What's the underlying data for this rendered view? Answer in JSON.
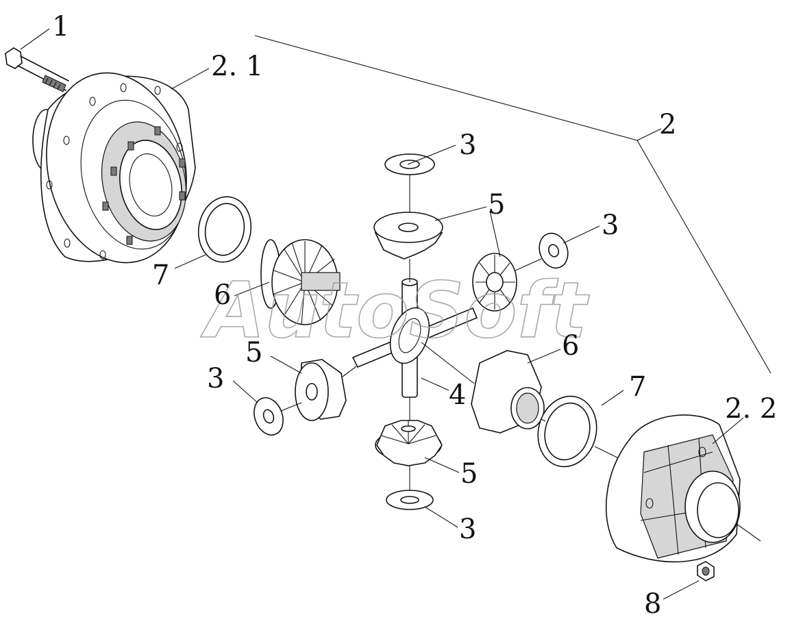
{
  "diagram": {
    "labels": {
      "l1": "1",
      "l21": "2. 1",
      "l2": "2",
      "l22": "2. 2",
      "l3a": "3",
      "l3b": "3",
      "l3c": "3",
      "l3d": "3",
      "l4": "4",
      "l5a": "5",
      "l5b": "5",
      "l5c": "5",
      "l6a": "6",
      "l6b": "6",
      "l7a": "7",
      "l7b": "7",
      "l8": "8"
    },
    "watermark": "AutoSoft"
  }
}
